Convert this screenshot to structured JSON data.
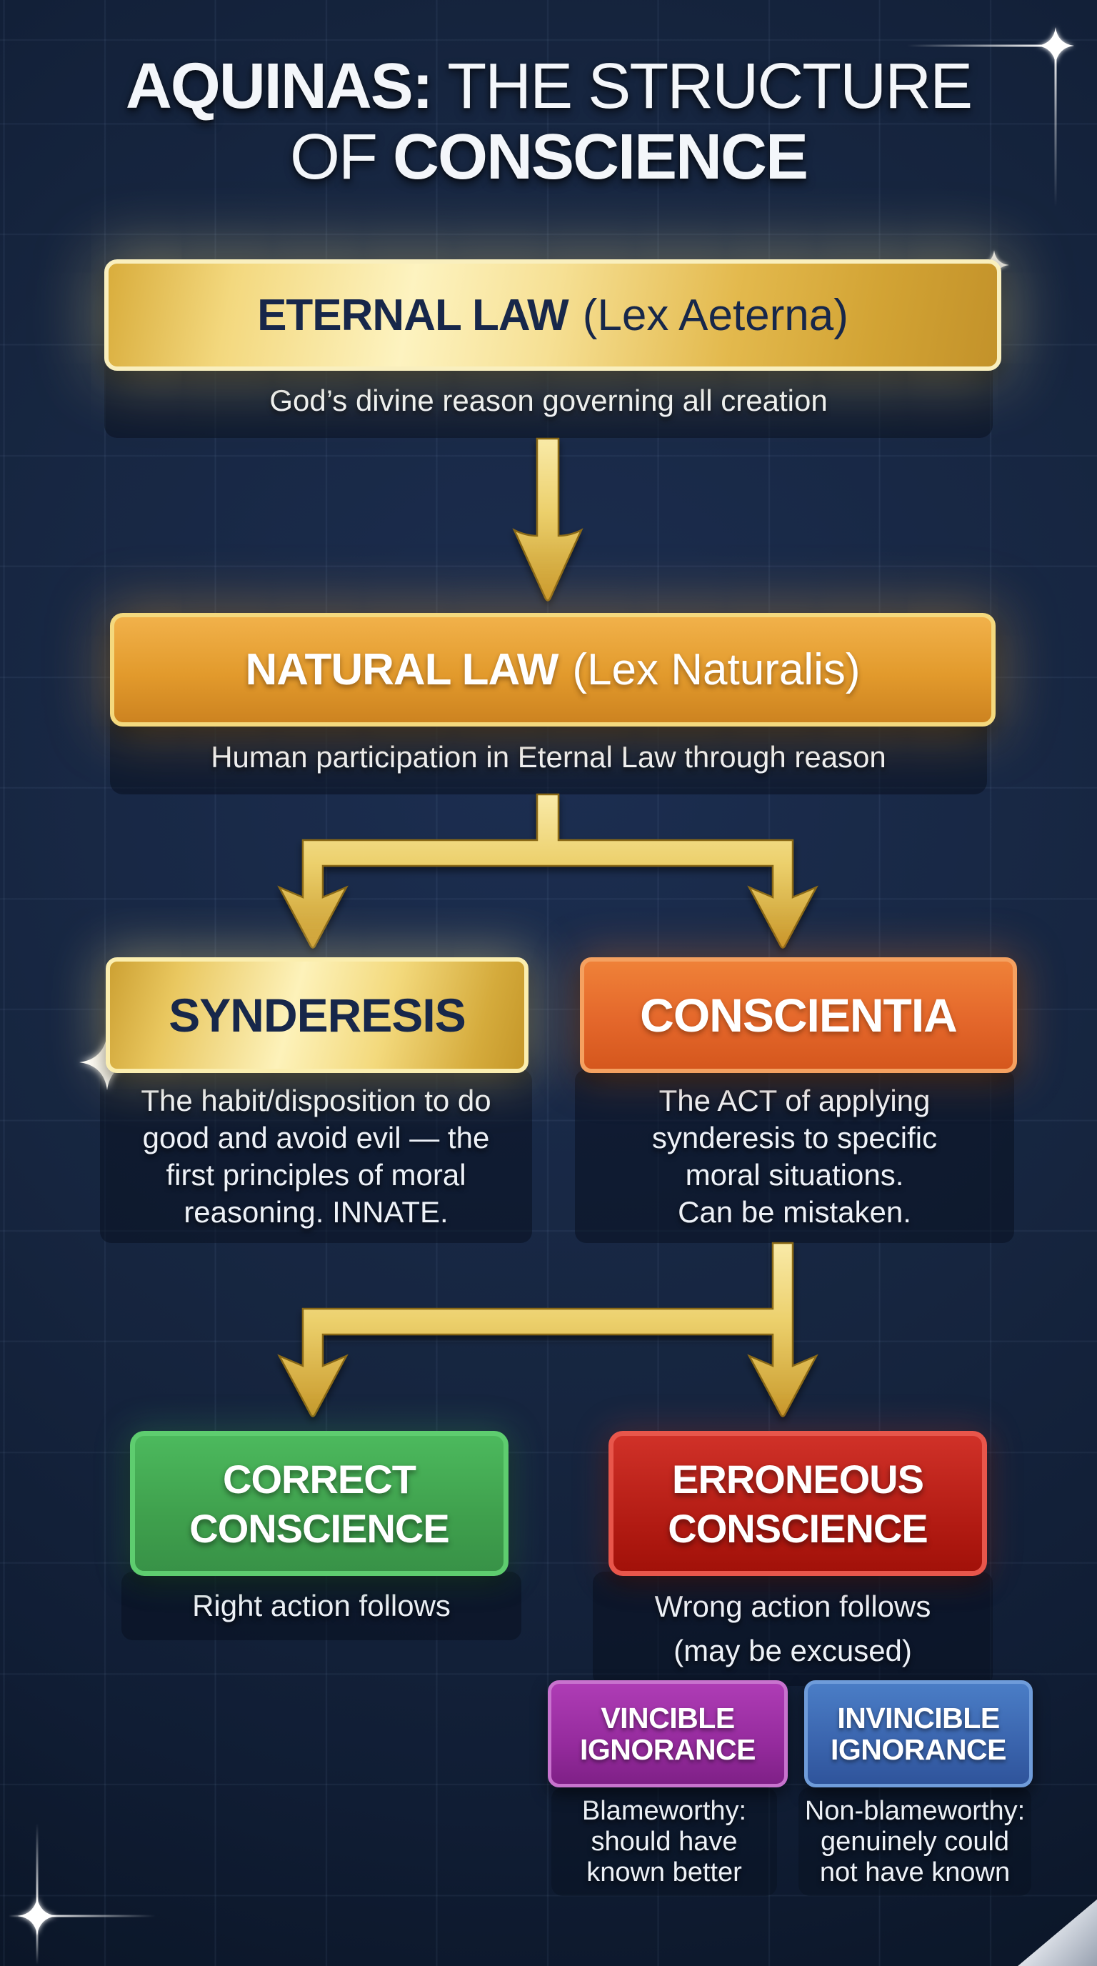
{
  "title": {
    "line1_strong": "AQUINAS:",
    "line1_rest": " THE STRUCTURE",
    "line2_rest": "OF ",
    "line2_strong": "CONSCIENCE"
  },
  "eternal_law": {
    "name": "ETERNAL LAW",
    "latin": "(Lex Aeterna)",
    "description": "God’s divine reason governing all creation"
  },
  "natural_law": {
    "name": "NATURAL LAW",
    "latin": "(Lex Naturalis)",
    "description": "Human participation in Eternal Law through reason"
  },
  "synderesis": {
    "name": "SYNDERESIS",
    "desc_lines": [
      "The habit/disposition to do",
      "good and avoid evil — the",
      "first principles of moral",
      "reasoning. INNATE."
    ]
  },
  "conscientia": {
    "name": "CONSCIENTIA",
    "desc_lines": [
      "The ACT of applying",
      "synderesis to specific",
      "moral situations.",
      "Can be mistaken."
    ]
  },
  "correct_conscience": {
    "name_lines": [
      "CORRECT",
      "CONSCIENCE"
    ],
    "desc_lines": [
      "Right action follows"
    ]
  },
  "erroneous_conscience": {
    "name_lines": [
      "ERRONEOUS",
      "CONSCIENCE"
    ],
    "desc_lines": [
      "Wrong action follows",
      "(may be excused)"
    ]
  },
  "vincible_ignorance": {
    "name_lines": [
      "VINCIBLE",
      "IGNORANCE"
    ],
    "desc_lines": [
      "Blameworthy:",
      "should have",
      "known better"
    ]
  },
  "invincible_ignorance": {
    "name_lines": [
      "INVINCIBLE",
      "IGNORANCE"
    ],
    "desc_lines": [
      "Non-blameworthy:",
      "genuinely could",
      "not have known"
    ]
  },
  "colors": {
    "background": "#16253f",
    "gold": "#e9c75f",
    "gold_deep": "#c9992b",
    "amber": "#e29a2c",
    "orange": "#e4672b",
    "green": "#43a653",
    "red": "#c02a21",
    "purple": "#9c2da4",
    "blue": "#3f6db6",
    "text_light": "#f2f5fa",
    "text_navy": "#17274a"
  }
}
